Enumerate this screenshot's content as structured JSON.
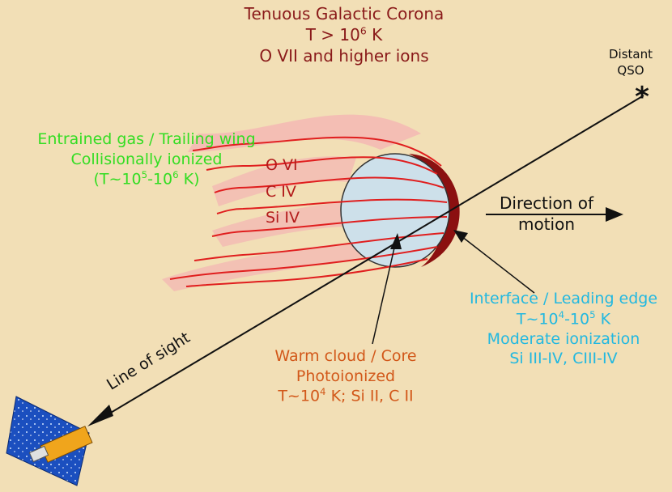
{
  "corona": {
    "line1": "Tenuous Galactic Corona",
    "line2": {
      "base": "T > 10",
      "sup": "6",
      "tail": " K"
    },
    "line3": "O VII and higher ions"
  },
  "qso": {
    "line1": "Distant",
    "line2": "QSO",
    "symbol": "*"
  },
  "entrained": {
    "line1": "Entrained gas / Trailing wing",
    "line2": "Collisionally ionized",
    "line3": {
      "a": "(T~10",
      "sup1": "5",
      "b": "-10",
      "sup2": "6",
      "c": " K)"
    }
  },
  "ions": {
    "ovi": "O VI",
    "civ": "C IV",
    "siiv": "Si IV"
  },
  "direction": {
    "line1": "Direction of",
    "line2": "motion"
  },
  "interface": {
    "line1": "Interface / Leading edge",
    "line2": {
      "a": "T~10",
      "sup1": "4",
      "b": "-10",
      "sup2": "5",
      "c": " K"
    },
    "line3": "Moderate ionization",
    "line4": "Si III-IV, CIII-IV"
  },
  "core": {
    "line1": "Warm cloud  / Core",
    "line2": "Photoionized",
    "line3": {
      "a": "T~10",
      "sup": "4",
      "b": " K;  Si II, C II"
    }
  },
  "line_of_sight": "Line of sight",
  "colors": {
    "background": "#f2dfb6",
    "corona_text": "#8a1a1a",
    "entrained_text": "#33dd22",
    "interface_text": "#22b8e0",
    "core_text": "#d2581a",
    "cloud_fill": "#cde0ea",
    "wake_lines": "#e01e1e",
    "leading_edge": "#8b1010"
  },
  "icons": {
    "observer": "satellite-icon",
    "source": "star-icon"
  }
}
